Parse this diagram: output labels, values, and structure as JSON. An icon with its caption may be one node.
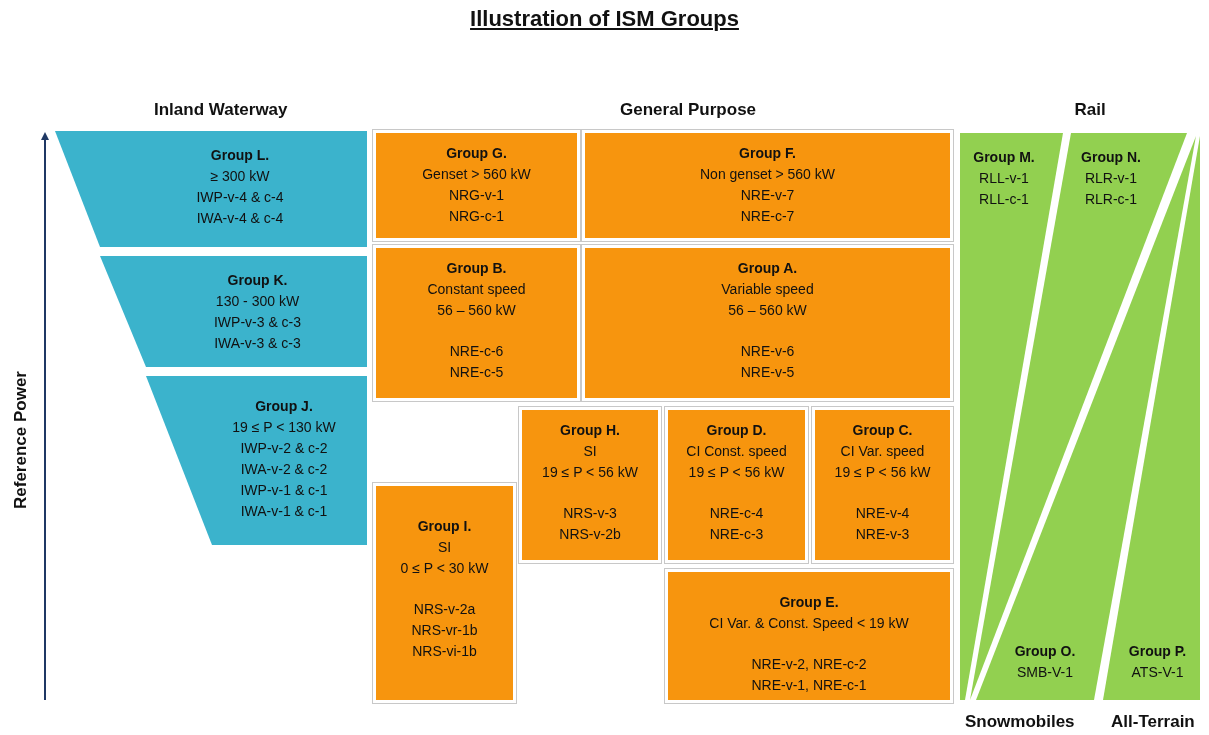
{
  "diagram": {
    "title": "Illustration of ISM Groups",
    "nodes": [
      {
        "text": [
          "Group L.",
          "≥ 300 kW",
          "IWP-v-4 & c-4",
          "IWA-v-4 & c-4"
        ]
      },
      {
        "text": [
          "Group K.",
          "130 - 300 kW",
          "IWP-v-3 & c-3",
          "IWA-v-3 & c-3"
        ]
      },
      {
        "text": [
          "Group J.",
          "19 ≤ P < 130 kW",
          "IWP-v-2 & c-2",
          "IWA-v-2 & c-2",
          "IWP-v-1 & c-1",
          "IWA-v-1 & c-1"
        ]
      },
      {
        "text": [
          "Group G.",
          "Genset > 560 kW",
          "NRG-v-1",
          "NRG-c-1"
        ]
      },
      {
        "text": [
          "Group F.",
          "Non genset > 560 kW",
          "NRE-v-7",
          "NRE-c-7"
        ]
      },
      {
        "text": [
          "Group B.",
          "Constant speed",
          "56 – 560 kW",
          "NRE-c-6",
          "NRE-c-5"
        ]
      },
      {
        "text": [
          "Group A.",
          "Variable speed",
          "56 – 560 kW",
          "NRE-v-6",
          "NRE-v-5"
        ]
      },
      {
        "text": [
          "Group H.",
          "SI",
          "19 ≤ P < 56 kW",
          "NRS-v-3",
          "NRS-v-2b"
        ]
      },
      {
        "text": [
          "Group D.",
          "CI Const. speed",
          "19 ≤ P < 56 kW",
          "NRE-c-4",
          "NRE-c-3"
        ]
      },
      {
        "text": [
          "Group C.",
          "CI Var. speed",
          "19 ≤ P < 56 kW",
          "NRE-v-4",
          "NRE-v-3"
        ]
      },
      {
        "text": [
          "Group I.",
          "SI",
          "0 ≤ P < 30 kW",
          "NRS-v-2a",
          "NRS-vr-1b",
          "NRS-vi-1b"
        ]
      },
      {
        "text": [
          "Group E.",
          "CI Var. & Const. Speed < 19 kW",
          "NRE-v-2, NRE-c-2",
          "NRE-v-1, NRE-c-1"
        ]
      },
      {
        "text": [
          "Group M.",
          "RLL-v-1",
          "RLL-c-1"
        ]
      },
      {
        "text": [
          "Group N.",
          "RLR-v-1",
          "RLR-c-1"
        ]
      },
      {
        "text": [
          "Group O.",
          "SMB-V-1"
        ]
      },
      {
        "text": [
          "Group P.",
          "ATS-V-1"
        ]
      }
    ],
    "labels": [
      "Inland Waterway",
      "General Purpose",
      "Rail",
      "Reference Power",
      "Snowmobiles",
      "All-Terrain"
    ]
  }
}
